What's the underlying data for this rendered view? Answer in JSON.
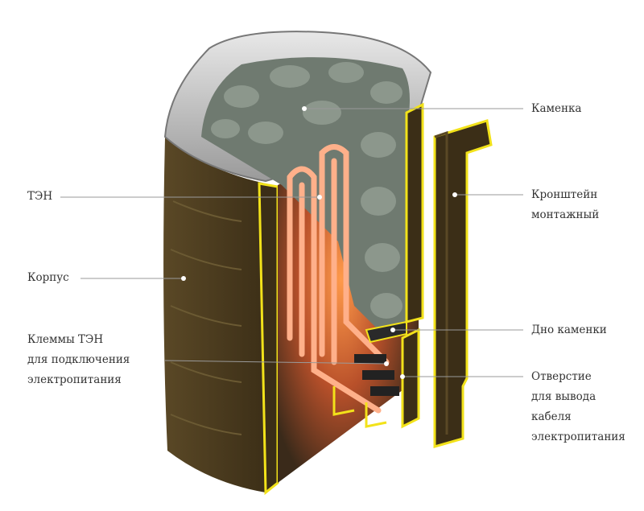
{
  "labels": {
    "kamenka": "Каменка",
    "ten": "ТЭН",
    "bracket": [
      "Кронштейн",
      "монтажный"
    ],
    "body": "Корпус",
    "terminals": [
      "Клеммы ТЭН",
      "для подключения",
      "электропитания"
    ],
    "bottom": "Дно каменки",
    "hole": [
      "Отверстие",
      "для вывода",
      "кабеля",
      "электропитания"
    ]
  },
  "colors": {
    "body": "#4a3b1f",
    "outline": "#f2e21a",
    "stones": "#6f7a70",
    "heating": "#ff7a3a",
    "leader": "#9a9a9a"
  }
}
